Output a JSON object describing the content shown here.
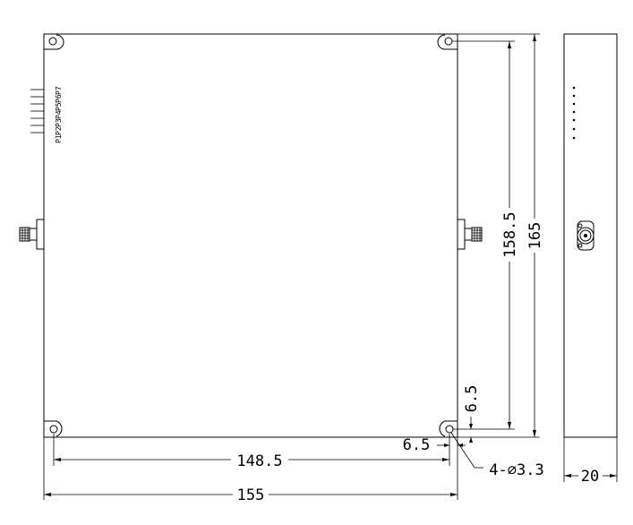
{
  "dimensions": {
    "width_total": "155",
    "width_holes": "148.5",
    "height_total": "165",
    "height_holes": "158.5",
    "hole_offset_x": "6.5",
    "hole_offset_y": "6.5",
    "hole_callout": "4-⌀3.3",
    "side_thickness": "20"
  },
  "pin_labels": [
    "P1",
    "P2",
    "P3",
    "P4",
    "P5",
    "P6",
    "P7"
  ]
}
